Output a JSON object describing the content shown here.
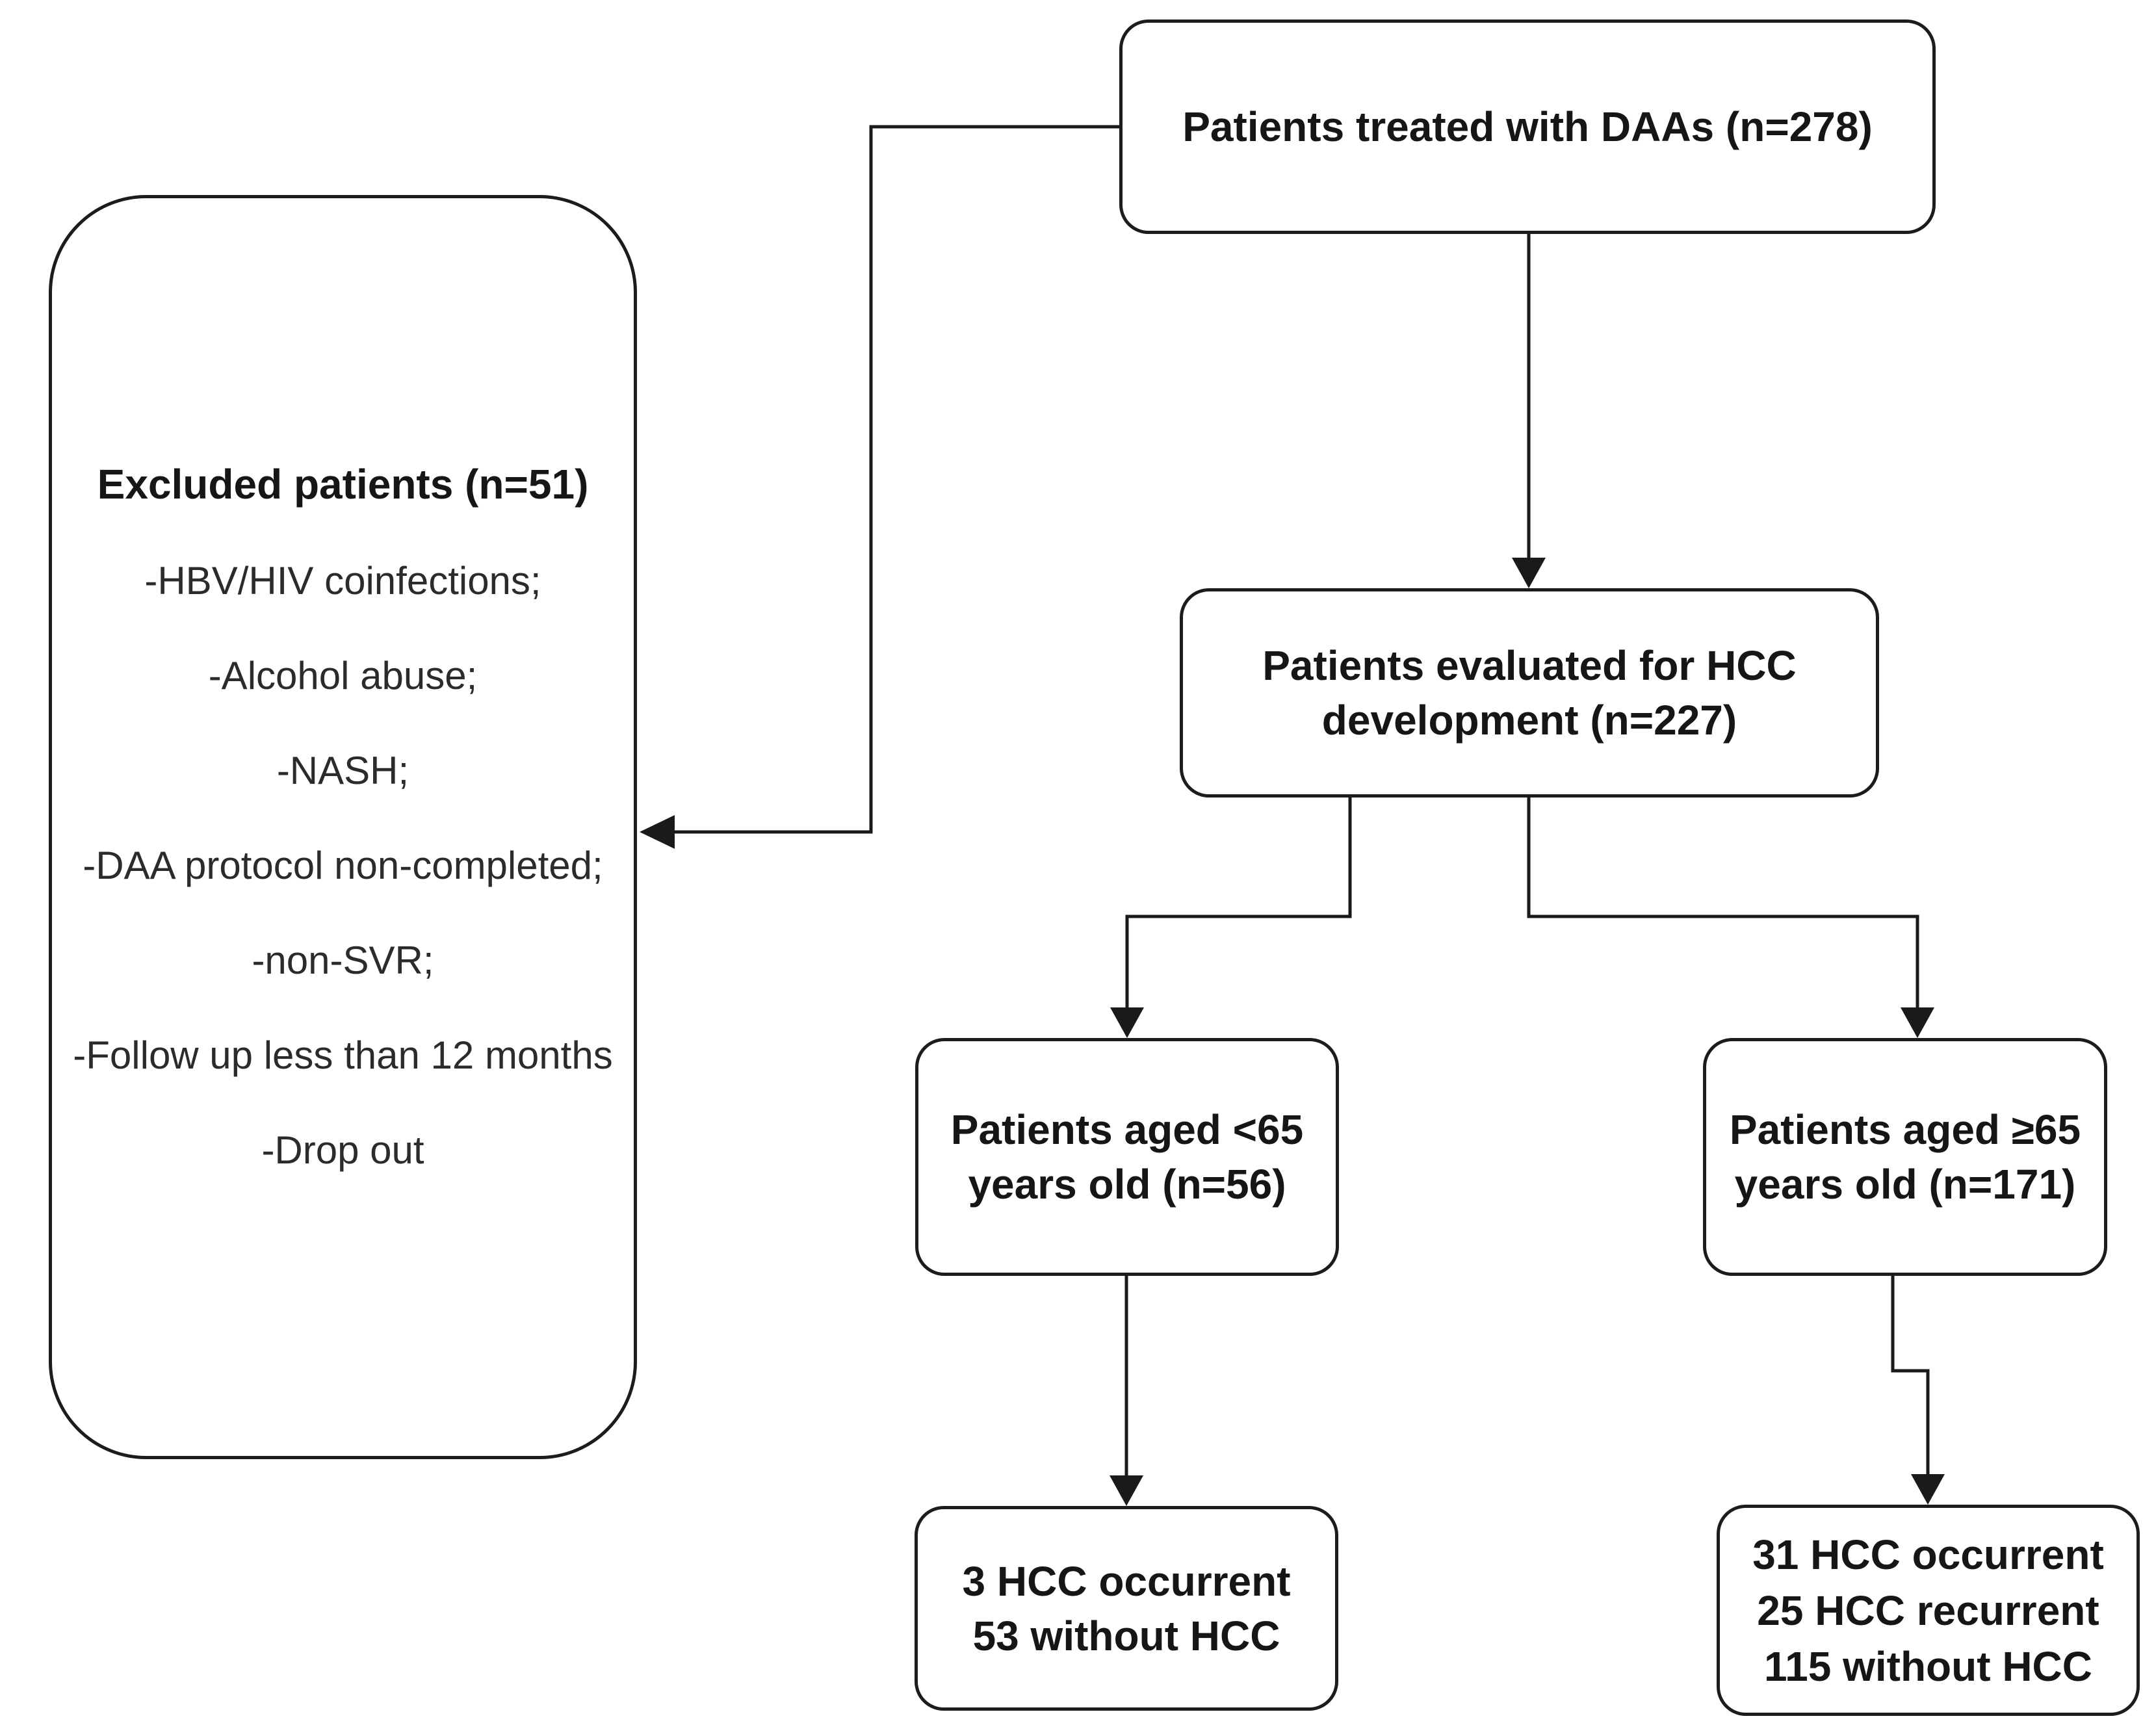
{
  "diagram": {
    "colors": {
      "ink": "#1a1a1a",
      "background": "#ffffff",
      "box_border": "#1c1c1c"
    },
    "boxes": {
      "treated": {
        "text": "Patients treated with DAAs (n=278)"
      },
      "evaluated": {
        "line1": "Patients evaluated for HCC",
        "line2": "development (n=227)"
      },
      "excluded": {
        "title": "Excluded patients (n=51)",
        "items": [
          "-HBV/HIV coinfections;",
          "-Alcohol abuse;",
          "-NASH;",
          "-DAA protocol non-completed;",
          "-non-SVR;",
          "-Follow up less than 12 months",
          "-Drop out"
        ]
      },
      "under65": {
        "line1": "Patients aged <65",
        "line2": "years old (n=56)"
      },
      "over65": {
        "line1": "Patients aged ≥65",
        "line2": "years old (n=171)"
      },
      "under65_outcome": {
        "line1": "3 HCC occurrent",
        "line2": "53 without HCC"
      },
      "over65_outcome": {
        "line1": "31 HCC occurrent",
        "line2": "25 HCC recurrent",
        "line3": "115 without HCC"
      }
    }
  }
}
